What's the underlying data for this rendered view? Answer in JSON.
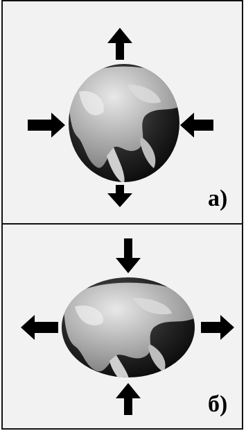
{
  "panels": [
    {
      "label": "а)",
      "description_role": "elongated-vertically"
    },
    {
      "label": "б)",
      "description_role": "flattened-horizontally"
    }
  ],
  "colors": {
    "background": "#f2f2f2",
    "border": "#111111",
    "arrow": "#000000",
    "ocean": "#1b1b1b",
    "land": "#9a9a9a"
  },
  "icons": {
    "arrow": "arrow-icon",
    "globe": "earth-globe-icon"
  }
}
